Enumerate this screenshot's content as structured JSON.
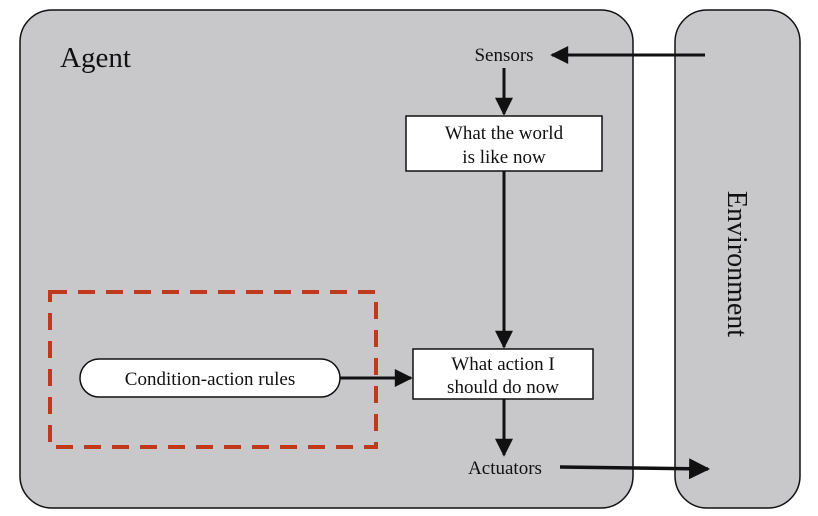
{
  "agent": {
    "label": "Agent"
  },
  "environment": {
    "label": "Environment"
  },
  "nodes": {
    "sensors": "Sensors",
    "world_state": {
      "line1": "What the world",
      "line2": "is like now"
    },
    "rules": "Condition-action rules",
    "action": {
      "line1": "What action I",
      "line2": "should do now"
    },
    "actuators": "Actuators"
  },
  "colors": {
    "agent_fill": "#c8c8ca",
    "environment_fill": "#c8c8ca",
    "outline": "#111111",
    "box_fill": "#ffffff",
    "highlight_dash": "#c0391b"
  }
}
